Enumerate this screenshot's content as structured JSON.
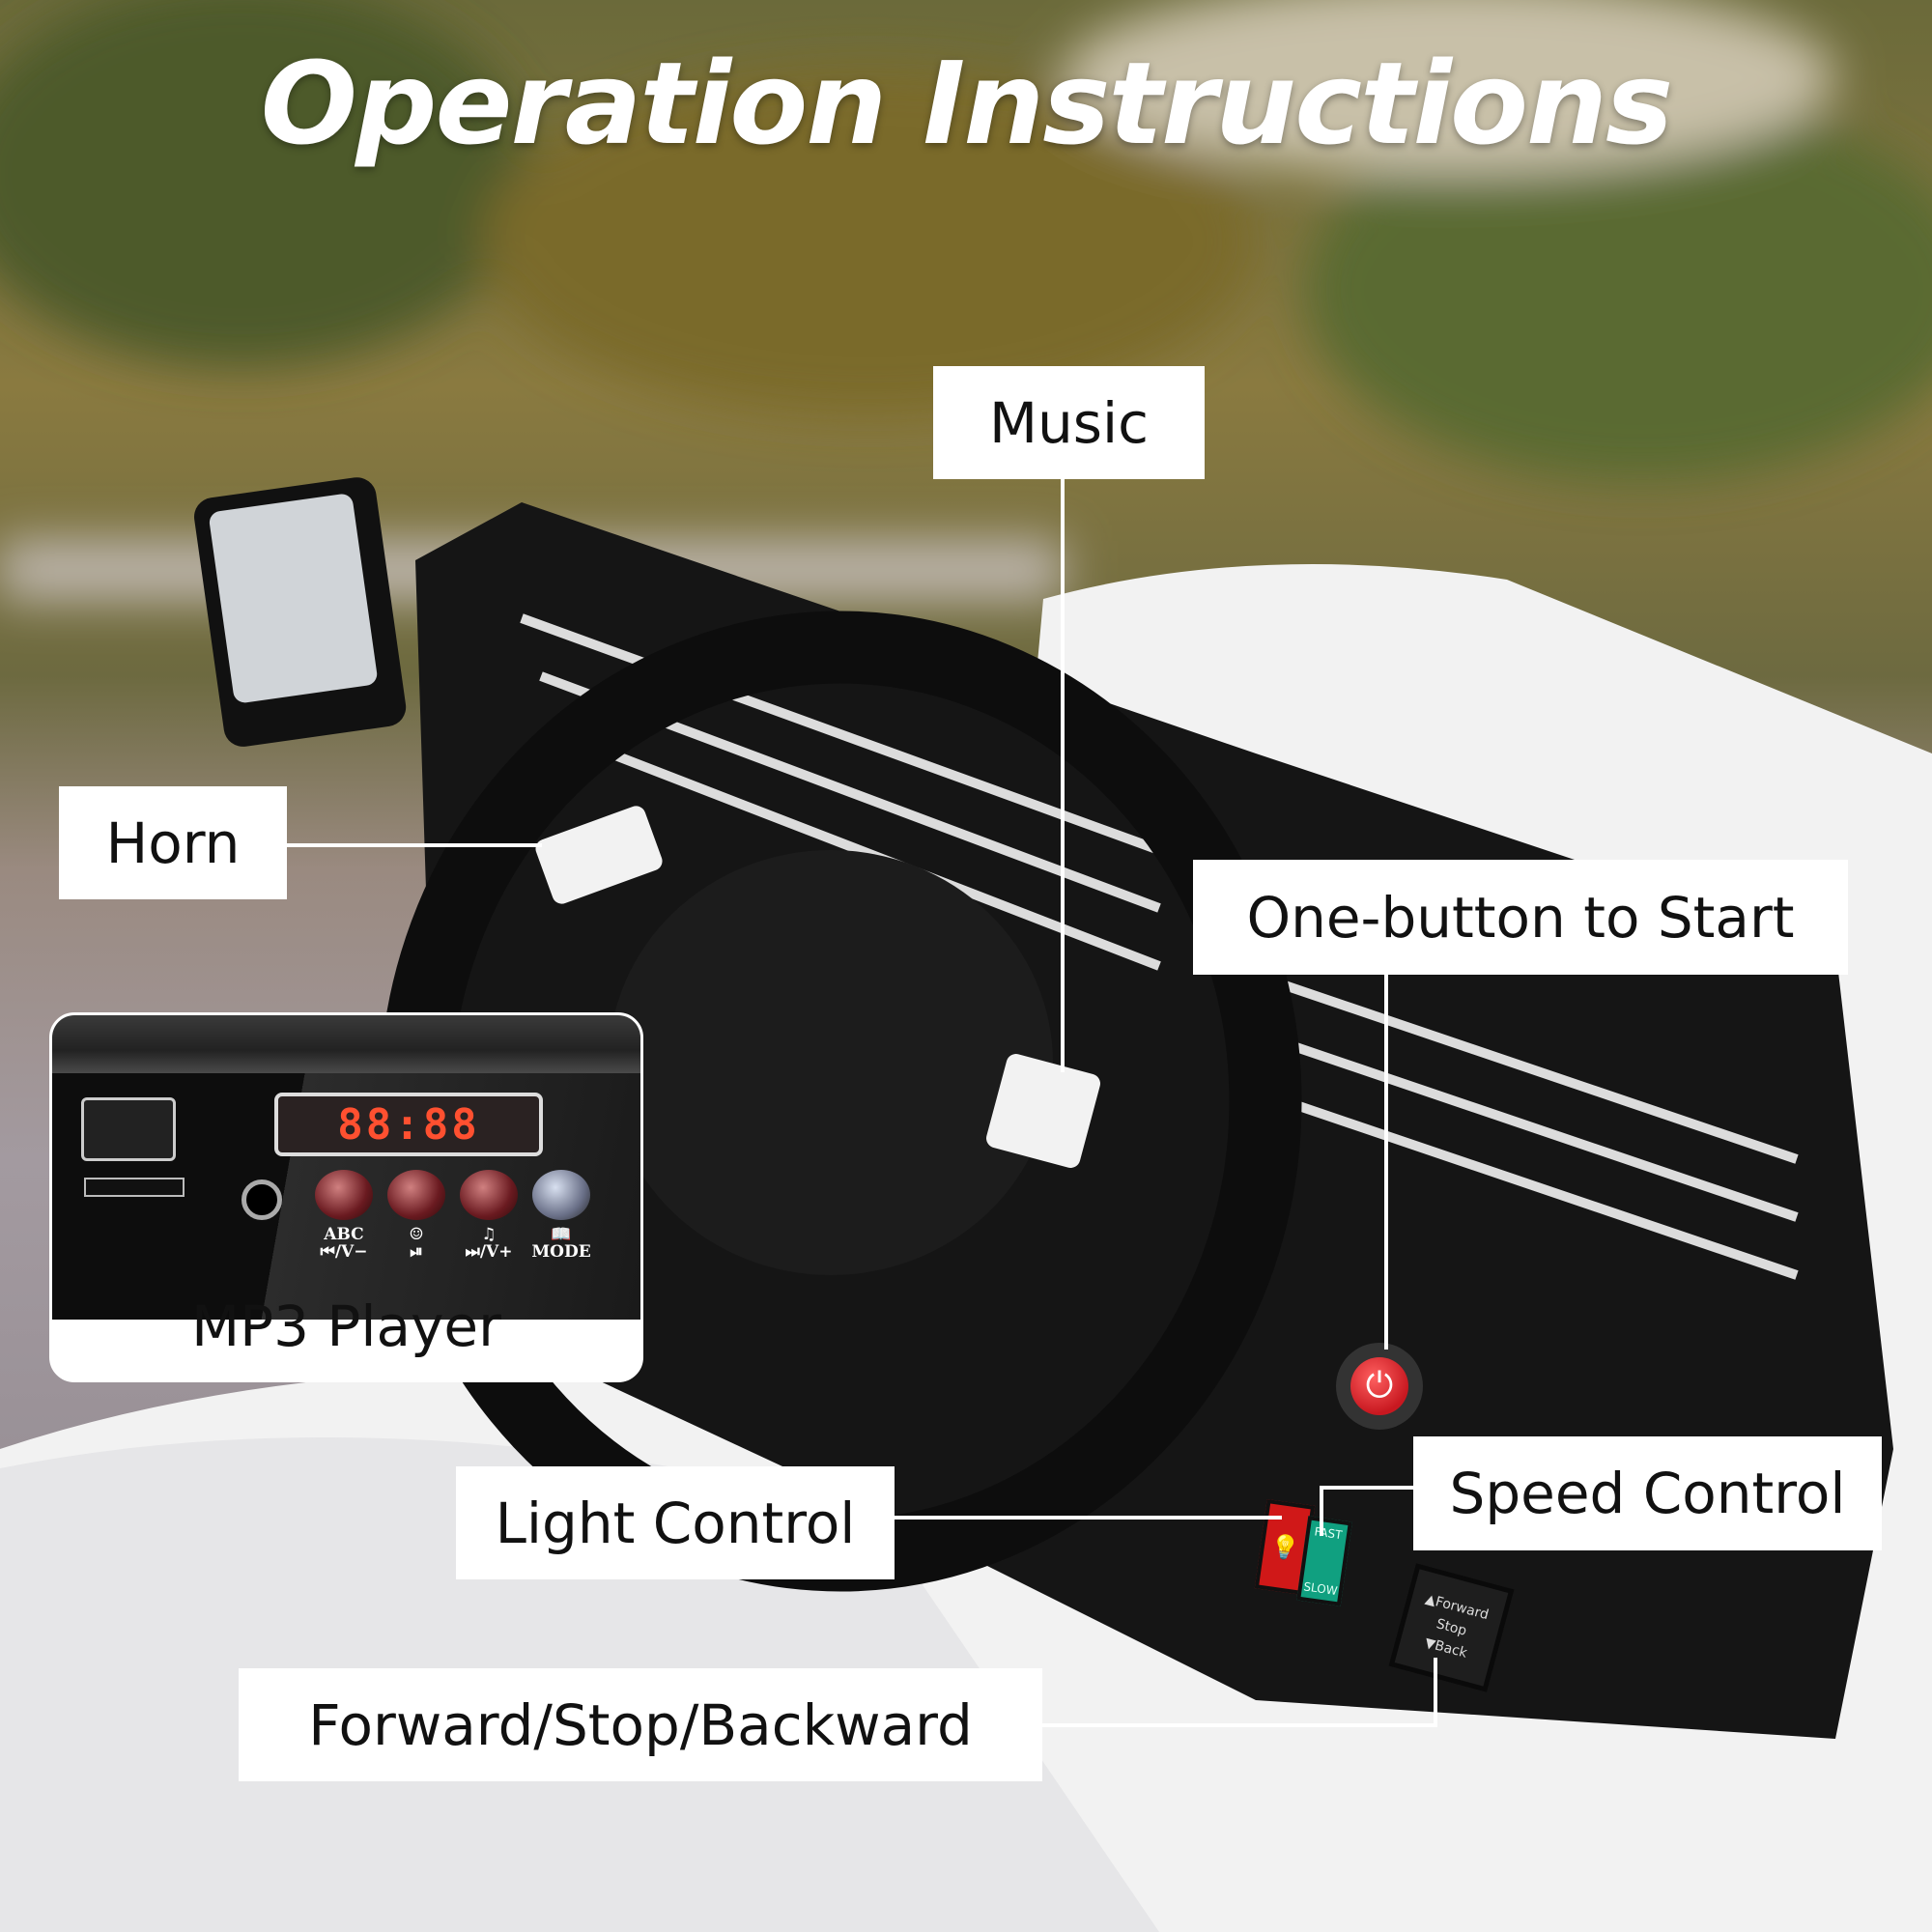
{
  "title": "Operation Instructions",
  "labels": {
    "music": "Music",
    "horn": "Horn",
    "start": "One-button to Start",
    "mp3": "MP3 Player",
    "light": "Light Control",
    "speed": "Speed Control",
    "direction": "Forward/Stop/Backward"
  },
  "mp3_panel": {
    "display": "88:88",
    "buttons": [
      {
        "top": "ABC",
        "bottom": "⏮/V−"
      },
      {
        "top": "☺",
        "bottom": "⏯"
      },
      {
        "top": "♫",
        "bottom": "⏭/V+"
      },
      {
        "top": "📖",
        "bottom": "MODE"
      }
    ]
  },
  "switches": {
    "speed_fast": "FAST",
    "speed_slow": "SLOW",
    "forward": "▲Forward",
    "stop": "Stop",
    "back": "▼Back"
  },
  "colors": {
    "light_switch": "#d01818",
    "speed_switch": "#10a080",
    "start_button": "#d8202a"
  }
}
